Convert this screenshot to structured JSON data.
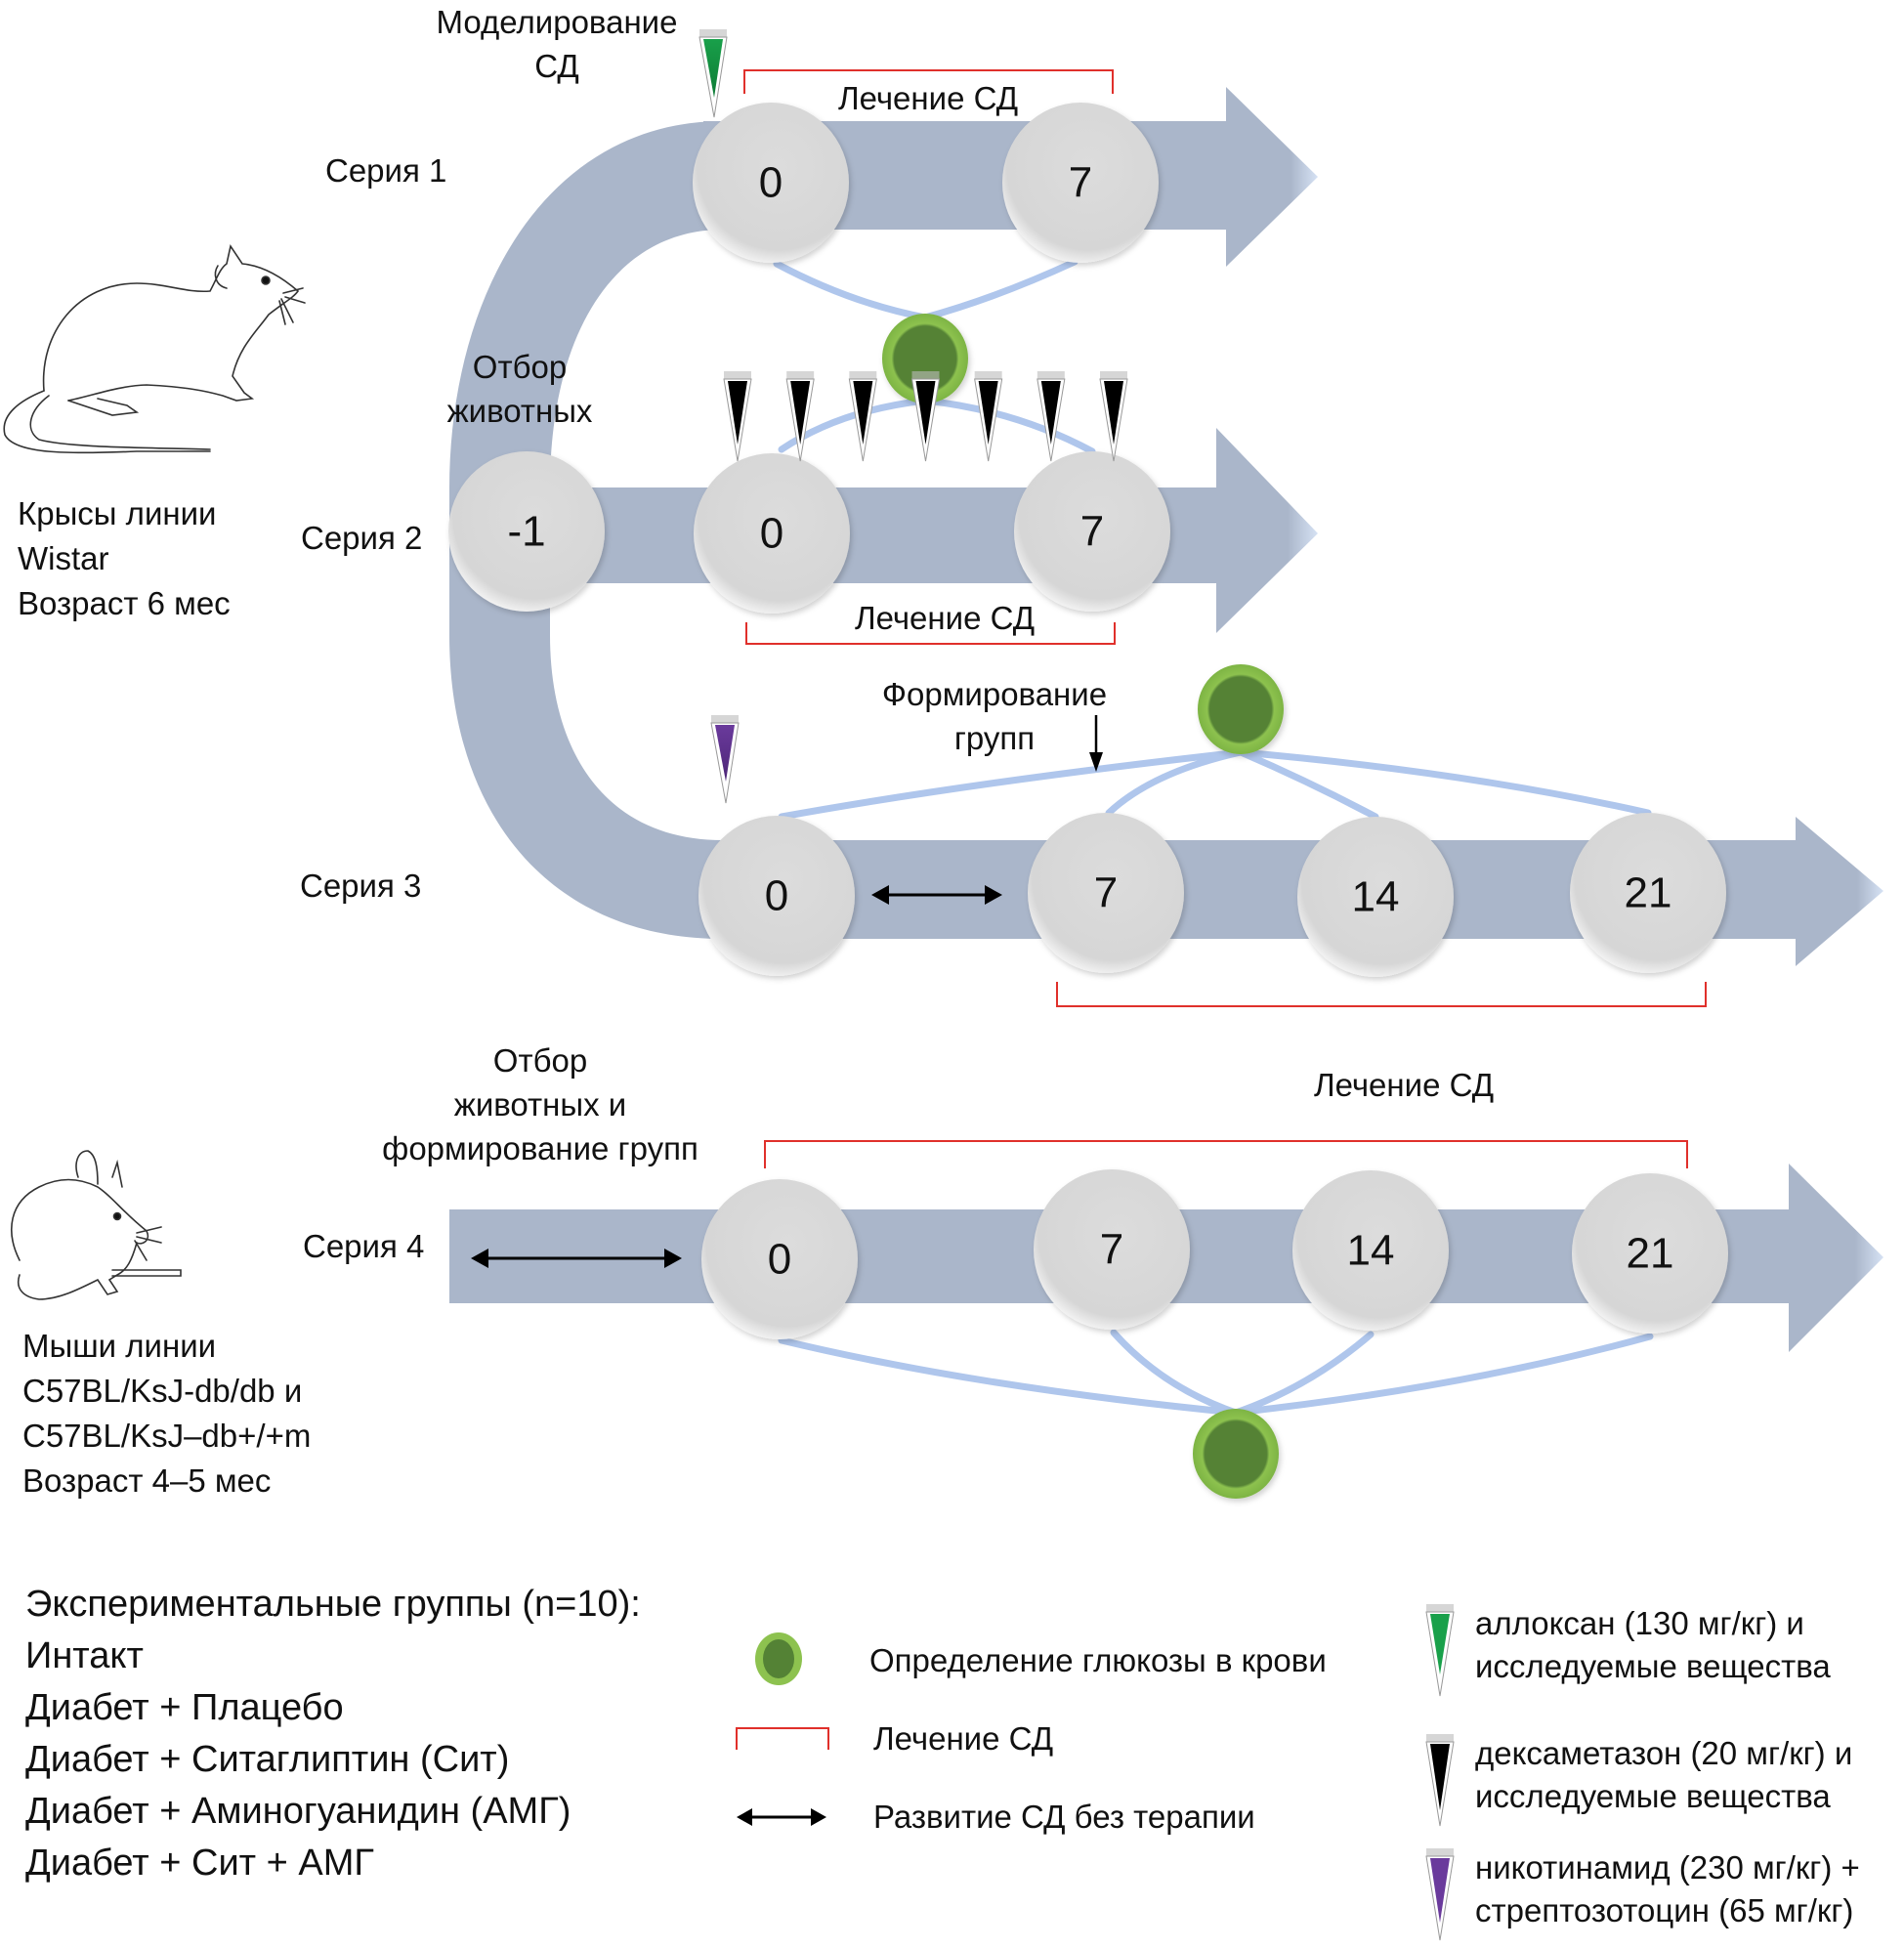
{
  "figure_type": "experimental design timeline",
  "colors": {
    "band": "#AAB6CA",
    "circle": "#D9D9D9",
    "glucose_outer": "#8DC24F",
    "glucose_inner": "#548235",
    "ribbon": "#AFC6EC",
    "treatment_bracket": "#E0302B",
    "alloxan": "#19A04A",
    "dexamethasone": "#000000",
    "nicotinamide": "#6A3A9C"
  },
  "animals": {
    "rats": {
      "icon": "rat-drawing",
      "lines": [
        "Крысы линии",
        "Wistar",
        "Возраст 6 мес"
      ]
    },
    "mice": {
      "icon": "mouse-drawing",
      "lines": [
        "Мыши линии",
        "C57BL/KsJ-db/db  и",
        "C57BL/KsJ–db+/+m",
        "Возраст 4–5 мес"
      ]
    }
  },
  "series": [
    {
      "label": "Серия 1",
      "days": [
        "0",
        "7"
      ],
      "annotations": {
        "modeling": [
          "Моделирование",
          "СД"
        ],
        "treatment": "Лечение СД"
      }
    },
    {
      "label": "Серия 2",
      "days": [
        "-1",
        "0",
        "7"
      ],
      "annotations": {
        "selection": [
          "Отбор",
          "животных"
        ],
        "treatment": "Лечение СД",
        "dexamethasone_injections": 7
      }
    },
    {
      "label": "Серия 3",
      "days": [
        "0",
        "7",
        "14",
        "21"
      ],
      "annotations": {
        "group_formation": [
          "Формирование",
          "групп"
        ]
      }
    },
    {
      "label": "Серия 4",
      "days": [
        "0",
        "7",
        "14",
        "21"
      ],
      "annotations": {
        "selection": [
          "Отбор",
          "животных и",
          "формирование групп"
        ],
        "treatment": "Лечение СД"
      }
    }
  ],
  "groups": {
    "title": "Экспериментальные группы (n=10):",
    "items": [
      "Интакт",
      "Диабет + Плацебо",
      "Диабет + Ситаглиптин (Сит)",
      "Диабет + Аминогуанидин (АМГ)",
      "Диабет + Сит + АМГ"
    ]
  },
  "legend": {
    "symbols": [
      {
        "icon": "glucose-dot",
        "label": "Определение глюкозы в крови"
      },
      {
        "icon": "treatment-bracket",
        "label": "Лечение СД"
      },
      {
        "icon": "double-arrow",
        "label": "Развитие СД без терапии"
      }
    ],
    "agents": [
      {
        "icon": "green-pin",
        "lines": [
          "аллоксан (130 мг/кг) и",
          "исследуемые вещества"
        ]
      },
      {
        "icon": "black-pin",
        "lines": [
          "дексаметазон (20 мг/кг) и",
          "исследуемые вещества"
        ]
      },
      {
        "icon": "purple-pin",
        "lines": [
          "никотинамид (230 мг/кг) +",
          "стрептозотоцин (65 мг/кг)"
        ]
      }
    ]
  }
}
